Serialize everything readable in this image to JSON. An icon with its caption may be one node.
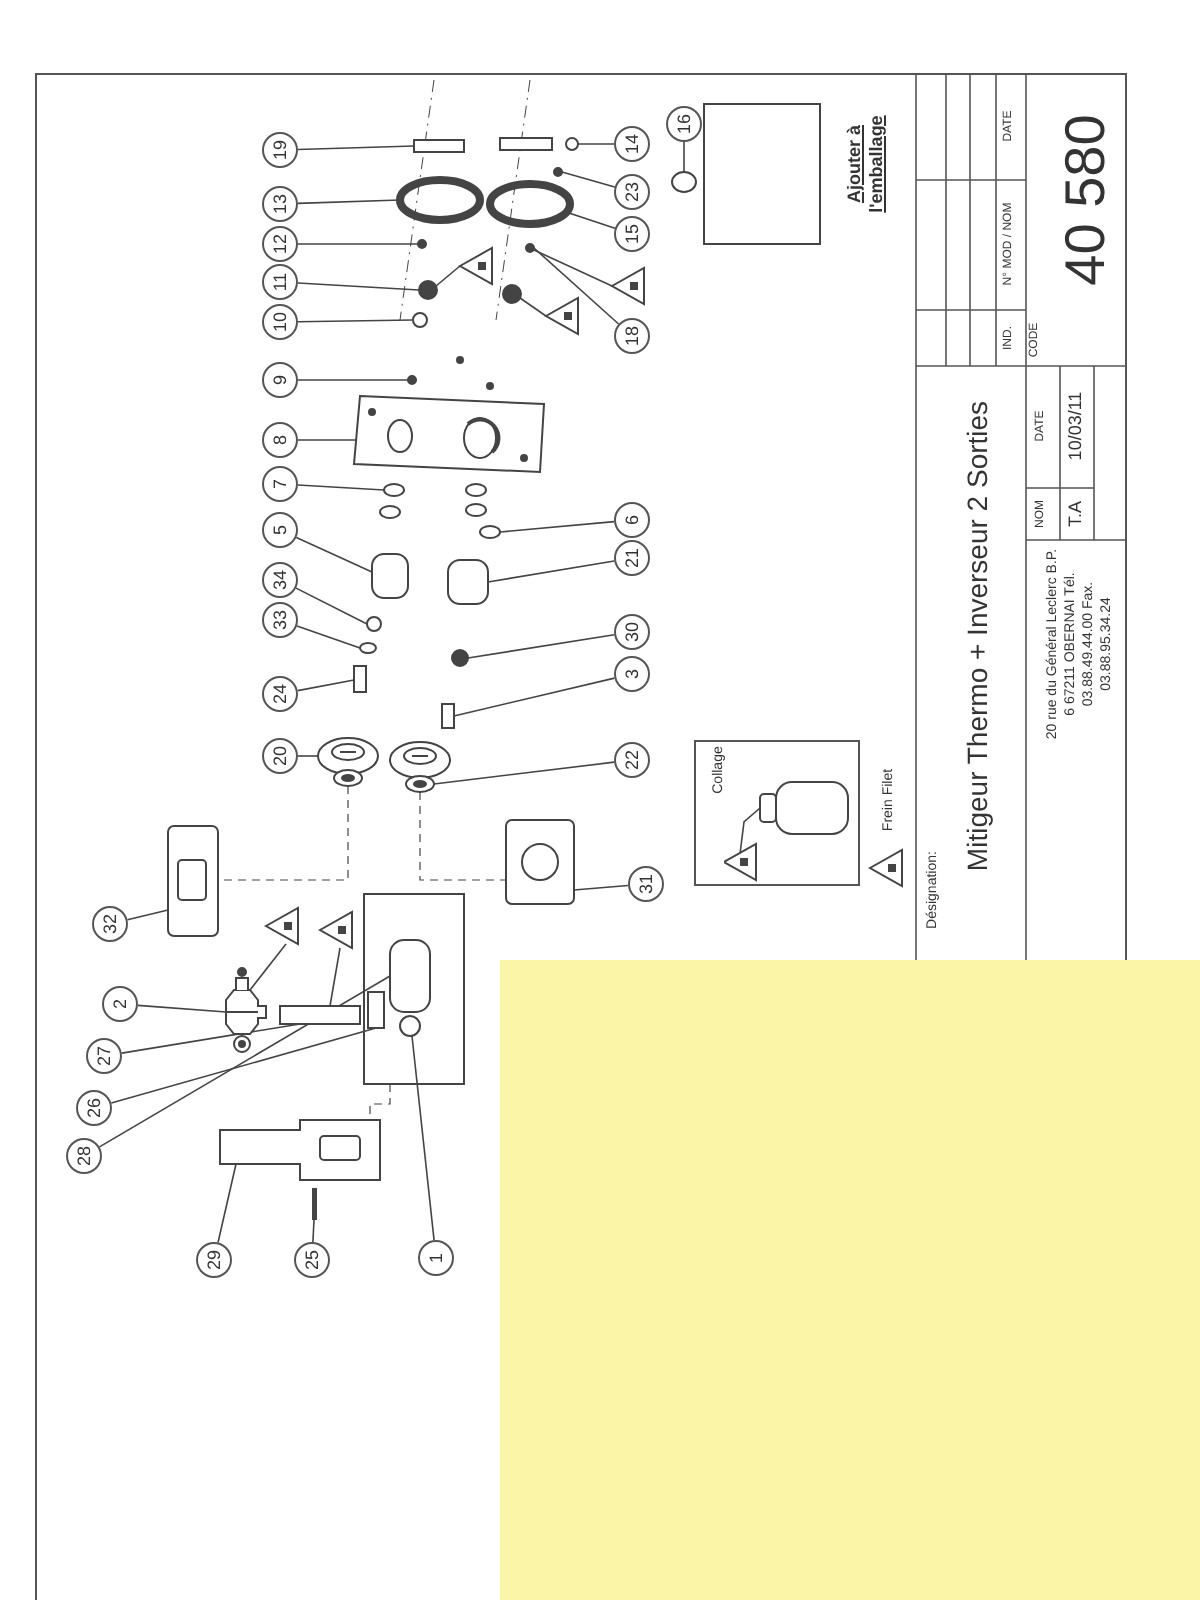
{
  "diagram": {
    "nodes": [
      {
        "text": [
          "19"
        ]
      },
      {
        "text": [
          "13"
        ]
      },
      {
        "text": [
          "12"
        ]
      },
      {
        "text": [
          "11"
        ]
      },
      {
        "text": [
          "10"
        ]
      },
      {
        "text": [
          "9"
        ]
      },
      {
        "text": [
          "8"
        ]
      },
      {
        "text": [
          "7"
        ]
      },
      {
        "text": [
          "5"
        ]
      },
      {
        "text": [
          "34"
        ]
      },
      {
        "text": [
          "33"
        ]
      },
      {
        "text": [
          "24"
        ]
      },
      {
        "text": [
          "20"
        ]
      },
      {
        "text": [
          "14"
        ]
      },
      {
        "text": [
          "23"
        ]
      },
      {
        "text": [
          "15"
        ]
      },
      {
        "text": [
          "18"
        ]
      },
      {
        "text": [
          "6"
        ]
      },
      {
        "text": [
          "21"
        ]
      },
      {
        "text": [
          "30"
        ]
      },
      {
        "text": [
          "3"
        ]
      },
      {
        "text": [
          "22"
        ]
      },
      {
        "text": [
          "16"
        ]
      },
      {
        "text": [
          "31"
        ]
      },
      {
        "text": [
          "32"
        ]
      },
      {
        "text": [
          "2"
        ]
      },
      {
        "text": [
          "27"
        ]
      },
      {
        "text": [
          "26"
        ]
      },
      {
        "text": [
          "28"
        ]
      },
      {
        "text": [
          "29"
        ]
      },
      {
        "text": [
          "25"
        ]
      },
      {
        "text": [
          "1"
        ]
      },
      {
        "text": [
          "Collage"
        ]
      },
      {
        "text": [],
        "shape": "box"
      },
      {
        "text": [],
        "shape": "box"
      },
      {
        "text": [],
        "shape": "circle"
      },
      {
        "text": [],
        "shape": "circle"
      },
      {
        "text": [],
        "shape": "circle"
      },
      {
        "text": [],
        "shape": "circle"
      },
      {
        "text": [],
        "shape": "circle"
      },
      {
        "text": [],
        "shape": "picture"
      },
      {
        "text": [],
        "shape": "circle"
      },
      {
        "text": [],
        "shape": "circle"
      },
      {
        "text": [],
        "shape": "box"
      },
      {
        "text": [],
        "shape": "circle"
      },
      {
        "text": [],
        "shape": "circle"
      },
      {
        "text": [],
        "shape": "box"
      },
      {
        "text": [],
        "shape": "picture"
      },
      {
        "text": [],
        "shape": "box"
      },
      {
        "text": [],
        "shape": "circle"
      },
      {
        "text": [],
        "shape": "circle"
      },
      {
        "text": [],
        "shape": "circle"
      },
      {
        "text": [],
        "shape": "circle"
      },
      {
        "text": [],
        "shape": "circle"
      },
      {
        "text": [],
        "shape": "circle"
      },
      {
        "text": [],
        "shape": "circle"
      },
      {
        "text": [],
        "shape": "circle"
      },
      {
        "text": [],
        "shape": "box"
      },
      {
        "text": [],
        "shape": "circle"
      },
      {
        "text": [],
        "shape": "box"
      },
      {
        "text": [],
        "shape": "picture"
      },
      {
        "text": [],
        "shape": "circle"
      },
      {
        "text": [],
        "shape": "circle"
      },
      {
        "text": [],
        "shape": "circle"
      },
      {
        "text": [],
        "shape": "picture"
      },
      {
        "text": [],
        "shape": "picture"
      },
      {
        "text": [],
        "shape": "box"
      },
      {
        "text": [],
        "shape": "box",
        "in": 66
      },
      {
        "text": [],
        "shape": "circle",
        "in": 66
      },
      {
        "text": [],
        "shape": "box"
      },
      {
        "text": [],
        "shape": "box",
        "in": 66
      },
      {
        "text": [],
        "shape": "picture"
      },
      {
        "text": [],
        "shape": "picture"
      },
      {
        "text": [],
        "shape": "bar"
      },
      {
        "text": [],
        "shape": "triangle"
      },
      {
        "text": [],
        "shape": "triangle"
      },
      {
        "text": [],
        "shape": "triangle"
      },
      {
        "text": [],
        "shape": "triangle"
      },
      {
        "text": [],
        "shape": "triangle"
      }
    ],
    "edges": [
      {
        "from": 0,
        "to": 34,
        "arrow": "none"
      },
      {
        "from": 1,
        "to": 35,
        "arrow": "none"
      },
      {
        "from": 2,
        "to": 36,
        "arrow": "none"
      },
      {
        "from": 3,
        "to": 37,
        "arrow": "none"
      },
      {
        "from": 4,
        "to": 38,
        "arrow": "none"
      },
      {
        "from": 5,
        "to": 39,
        "arrow": "none"
      },
      {
        "from": 6,
        "to": 40,
        "arrow": "none"
      },
      {
        "from": 7,
        "to": 41,
        "arrow": "none"
      },
      {
        "from": 8,
        "to": 43,
        "arrow": "none"
      },
      {
        "from": 9,
        "to": 44,
        "arrow": "none"
      },
      {
        "from": 10,
        "to": 45,
        "arrow": "none"
      },
      {
        "from": 11,
        "to": 46,
        "arrow": "none"
      },
      {
        "from": 12,
        "to": 47,
        "arrow": "none"
      },
      {
        "from": 13,
        "to": 49,
        "arrow": "none"
      },
      {
        "from": 14,
        "to": 50,
        "arrow": "none"
      },
      {
        "from": 15,
        "to": 51,
        "arrow": "none"
      },
      {
        "from": 16,
        "to": 52,
        "arrow": "none"
      },
      {
        "from": 17,
        "to": 56,
        "arrow": "none"
      },
      {
        "from": 18,
        "to": 57,
        "arrow": "none"
      },
      {
        "from": 19,
        "to": 58,
        "arrow": "none"
      },
      {
        "from": 20,
        "to": 59,
        "arrow": "none"
      },
      {
        "from": 21,
        "to": 60,
        "arrow": "none"
      },
      {
        "from": 22,
        "to": 63,
        "arrow": "none"
      },
      {
        "from": 23,
        "to": 65,
        "arrow": "none"
      },
      {
        "from": 24,
        "to": 64,
        "arrow": "none"
      },
      {
        "from": 25,
        "to": 71,
        "arrow": "none"
      },
      {
        "from": 26,
        "to": 69,
        "arrow": "none"
      },
      {
        "from": 27,
        "to": 70,
        "arrow": "none"
      },
      {
        "from": 28,
        "to": 67,
        "arrow": "none"
      },
      {
        "from": 29,
        "to": 72,
        "arrow": "none"
      },
      {
        "from": 30,
        "to": 73,
        "arrow": "none"
      },
      {
        "from": 31,
        "to": 68,
        "arrow": "none"
      },
      {
        "from": 74,
        "to": 37,
        "arrow": "none"
      },
      {
        "from": 75,
        "to": 53,
        "arrow": "none"
      },
      {
        "from": 76,
        "to": 52,
        "arrow": "none"
      },
      {
        "from": 77,
        "to": 71,
        "arrow": "none"
      },
      {
        "from": 78,
        "to": 69,
        "arrow": "none"
      },
      {
        "from": 47,
        "to": 64,
        "arrow": "none",
        "style": "dashed"
      },
      {
        "from": 60,
        "to": 65,
        "arrow": "none",
        "style": "dashed"
      },
      {
        "from": 66,
        "to": 72,
        "arrow": "none",
        "style": "dashed"
      }
    ],
    "labels": [
      "Ajouter à l'emballage",
      "Frein Filet",
      "Désignation:",
      "Mitigeur Thermo + Inverseur 2 Sorties",
      "IND.",
      "N° MOD / NOM",
      "DATE",
      "CODE",
      "40 580",
      "NOM",
      "DATE",
      "T.A",
      "10/03/11",
      "20 rue du Général Leclerc B.P. 6 67211 OBERNAI Tél. 03.88.49.44.00 Fax. 03.88.95.34.24"
    ]
  }
}
